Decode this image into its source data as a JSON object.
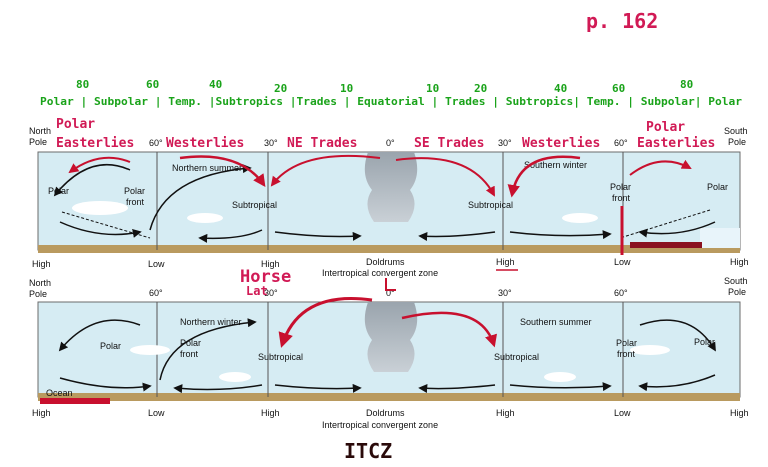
{
  "annotations": {
    "page_ref": "p. 162",
    "latitudes_top": [
      "80",
      "60",
      "40",
      "20",
      "10",
      "10",
      "20",
      "40",
      "60",
      "80"
    ],
    "zones_header": "Polar | Subpolar | Temp. |Subtropics |Trades | Equatorial | Trades | Subtropics| Temp. | Subpolar| Polar",
    "wind_polar_easterlies_left_1": "Polar",
    "wind_polar_easterlies_left_2": "Easterlies",
    "wind_westerlies_left": "Westerlies",
    "wind_ne_trades": "NE Trades",
    "wind_se_trades": "SE Trades",
    "wind_westerlies_right": "Westerlies",
    "wind_polar_easterlies_right_1": "Polar",
    "wind_polar_easterlies_right_2": "Easterlies",
    "horse_lat_1": "Horse",
    "horse_lat_2": "Lat",
    "itcz": "ITCZ"
  },
  "top_panel": {
    "north_pole_1": "North",
    "north_pole_2": "Pole",
    "south_pole_1": "South",
    "south_pole_2": "Pole",
    "deg_60_left": "60°",
    "deg_30_left": "30°",
    "deg_0": "0°",
    "deg_30_right": "30°",
    "deg_60_right": "60°",
    "season_left": "Northern summer",
    "season_right": "Southern winter",
    "polar_left": "Polar",
    "polar_front_left_1": "Polar",
    "polar_front_left_2": "front",
    "subtropical_left": "Subtropical",
    "subtropical_right": "Subtropical",
    "polar_front_right_1": "Polar",
    "polar_front_right_2": "front",
    "polar_right": "Polar",
    "p_high_1": "High",
    "p_low_1": "Low",
    "p_high_2": "High",
    "p_doldrums": "Doldrums",
    "p_high_3": "High",
    "p_low_2": "Low",
    "p_high_4": "High",
    "itcz_caption": "Intertropical convergent zone"
  },
  "bottom_panel": {
    "north_pole_1": "North",
    "north_pole_2": "Pole",
    "south_pole_1": "South",
    "south_pole_2": "Pole",
    "deg_60_left": "60°",
    "deg_30_left": "30°",
    "deg_0": "0°",
    "deg_30_right": "30°",
    "deg_60_right": "60°",
    "season_left": "Northern winter",
    "season_right": "Southern summer",
    "polar_left": "Polar",
    "polar_front_left_1": "Polar",
    "polar_front_left_2": "front",
    "subtropical_left": "Subtropical",
    "subtropical_right": "Subtropical",
    "polar_front_right_1": "Polar",
    "polar_front_right_2": "front",
    "polar_right": "Polar",
    "ocean": "Ocean",
    "p_high_1": "High",
    "p_low_1": "Low",
    "p_high_2": "High",
    "p_doldrums": "Doldrums",
    "p_high_3": "High",
    "p_low_2": "Low",
    "p_high_4": "High",
    "itcz_caption": "Intertropical convergent zone"
  },
  "colors": {
    "sky": "#d6ecf3",
    "ground": "#b99a5f",
    "annotation_green": "#1aa31a",
    "annotation_red": "#d11a55"
  }
}
